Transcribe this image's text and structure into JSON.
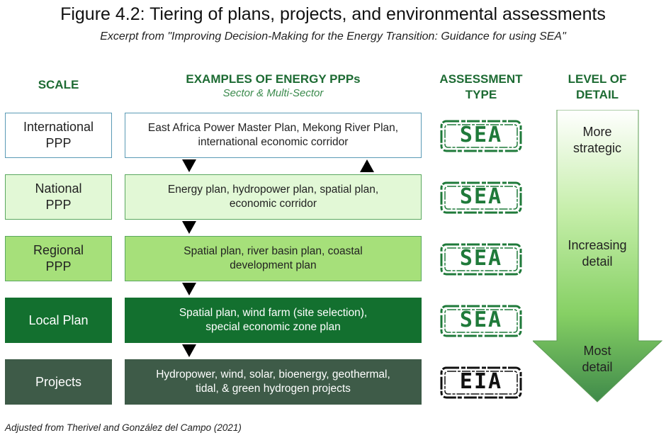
{
  "title": "Figure 4.2: Tiering of plans, projects, and environmental assessments",
  "subtitle": "Excerpt from \"Improving Decision-Making for the Energy Transition: Guidance for using SEA\"",
  "headers": {
    "scale": "SCALE",
    "examples": "EXAMPLES OF ENERGY PPPs",
    "examples_sub": "Sector & Multi-Sector",
    "assessment_line1": "ASSESSMENT",
    "assessment_line2": "TYPE",
    "detail_line1": "LEVEL OF",
    "detail_line2": "DETAIL"
  },
  "rows": [
    {
      "scale_line1": "International",
      "scale_line2": "PPP",
      "ex_line1": "East Africa Power Master Plan, Mekong River Plan,",
      "ex_line2": "international economic corridor",
      "assessment": "SEA"
    },
    {
      "scale_line1": "National",
      "scale_line2": "PPP",
      "ex_line1": "Energy plan, hydropower plan, spatial plan,",
      "ex_line2": "economic corridor",
      "assessment": "SEA"
    },
    {
      "scale_line1": "Regional",
      "scale_line2": "PPP",
      "ex_line1": "Spatial plan, river basin plan, coastal",
      "ex_line2": "development plan",
      "assessment": "SEA"
    },
    {
      "scale_line1": "Local Plan",
      "scale_line2": "",
      "ex_line1": "Spatial plan, wind farm (site selection),",
      "ex_line2": "special economic zone plan",
      "assessment": "SEA"
    },
    {
      "scale_line1": "Projects",
      "scale_line2": "",
      "ex_line1": "Hydropower, wind, solar, bioenergy, geothermal,",
      "ex_line2": "tidal, & green hydrogen projects",
      "assessment": "EIA"
    }
  ],
  "detail_labels": {
    "top_line1": "More",
    "top_line2": "strategic",
    "mid_line1": "Increasing",
    "mid_line2": "detail",
    "bottom_line1": "Most",
    "bottom_line2": "detail"
  },
  "colors": {
    "header_green": "#1d6b33",
    "row_international": "#ffffff",
    "row_national": "#e2f8d6",
    "row_regional": "#a6e07a",
    "row_local": "#13702f",
    "row_projects": "#3e5b48",
    "stamp_sea": "#1f7a3a",
    "stamp_eia": "#111111"
  },
  "footer": "Adjusted from Therivel and González del Campo (2021)"
}
